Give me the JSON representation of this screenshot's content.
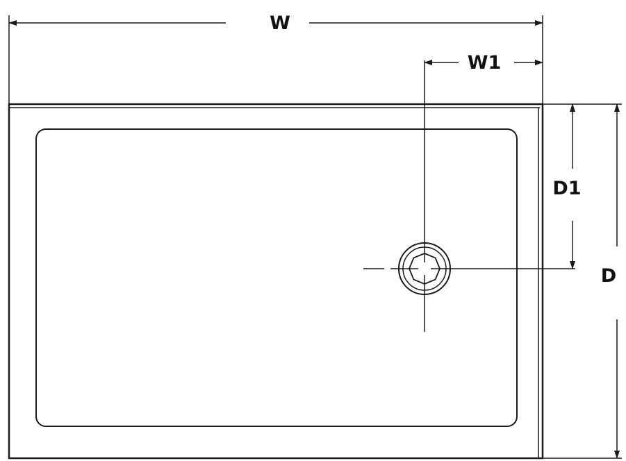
{
  "labels": {
    "w": "W",
    "w1": "W1",
    "d": "D",
    "d1": "D1"
  },
  "colors": {
    "line": "#1a1a1a",
    "text": "#111111",
    "background": "#ffffff"
  }
}
